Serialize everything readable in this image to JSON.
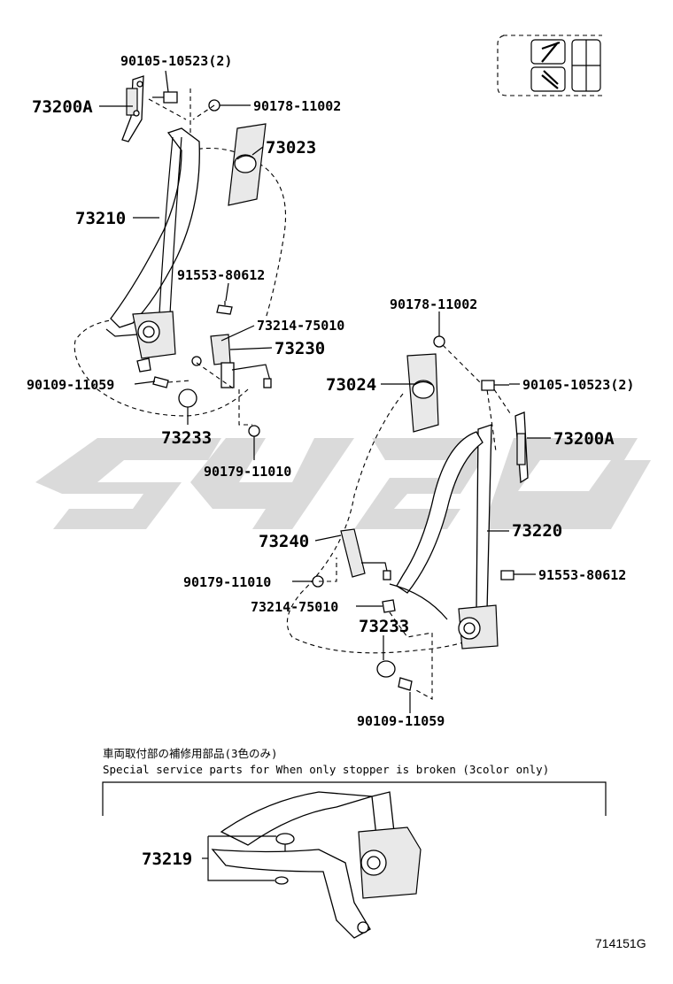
{
  "diagram_code": "714151G",
  "inset_note": {
    "jp": "車両取付部の補修用部品(3色のみ)",
    "en": "Special service parts for When only stopper is broken (3color only)"
  },
  "callouts": {
    "c1": "90105-10523(2)",
    "c2": "73200A",
    "c3": "90178-11002",
    "c4": "73023",
    "c5": "73210",
    "c6": "91553-80612",
    "c7": "73214-75010",
    "c8": "73230",
    "c9": "90109-11059",
    "c10": "73233",
    "c11": "90179-11010",
    "c12": "90178-11002",
    "c13": "73024",
    "c14": "90105-10523(2)",
    "c15": "73200A",
    "c16": "73240",
    "c17": "73220",
    "c18": "90179-11010",
    "c19": "91553-80612",
    "c20": "73214-75010",
    "c21": "73233",
    "c22": "90109-11059",
    "c23": "73219"
  }
}
